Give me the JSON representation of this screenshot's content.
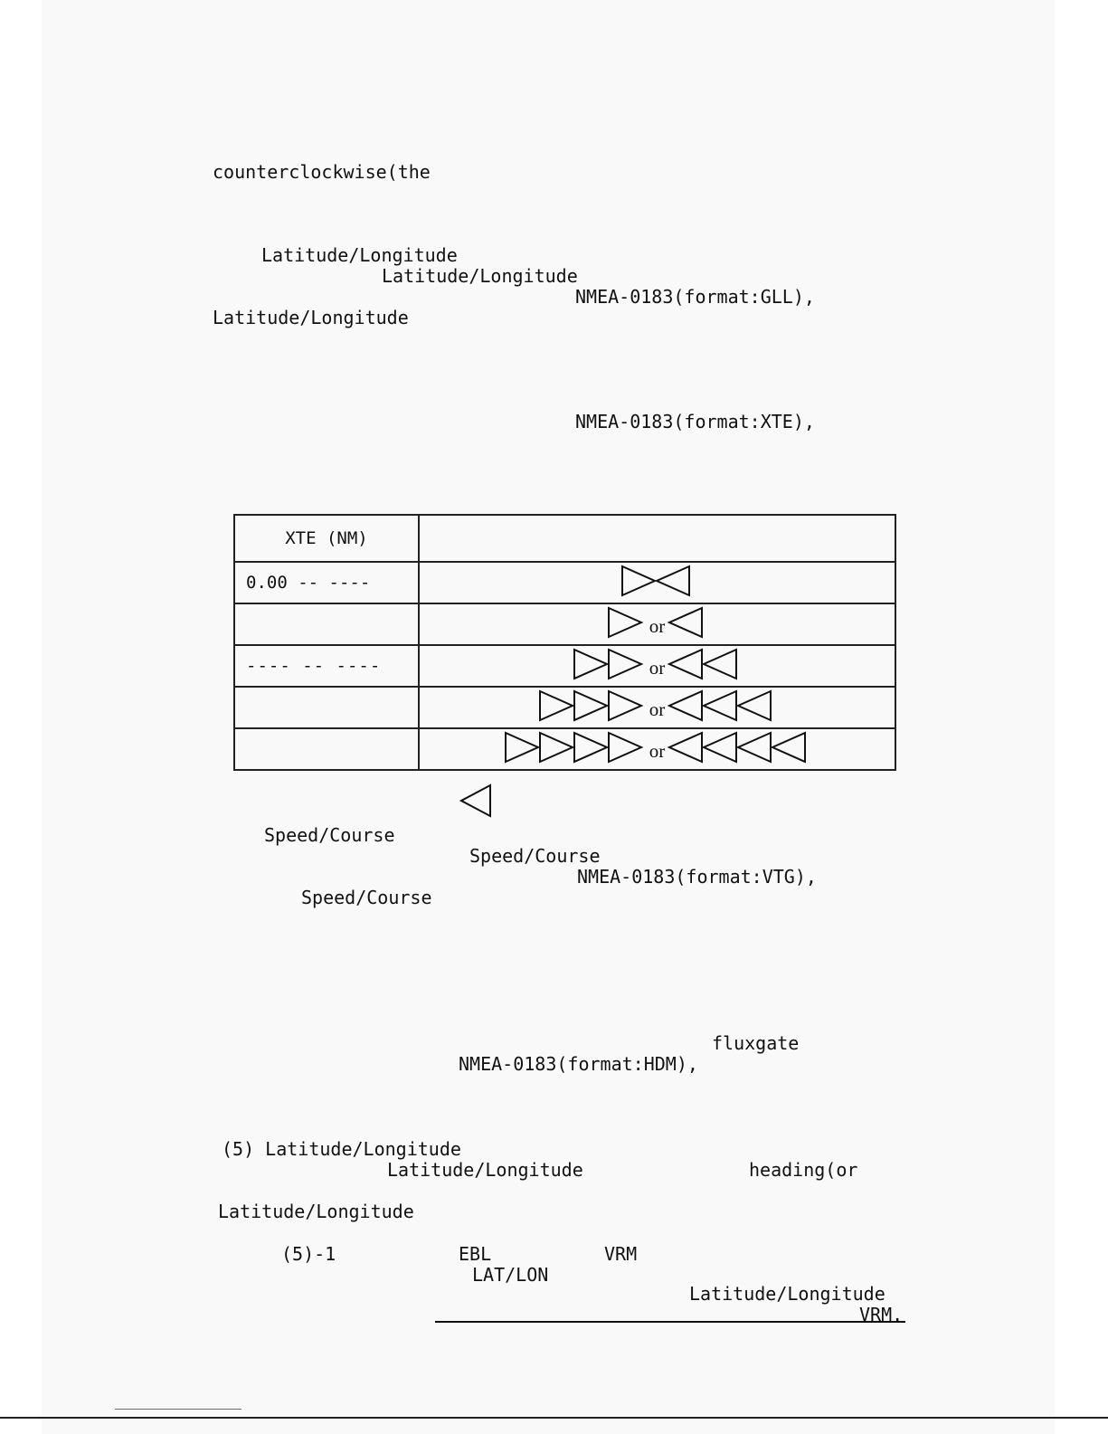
{
  "lines": {
    "l1": "counterclockwise(the",
    "l2": "Latitude/Longitude",
    "l3": "Latitude/Longitude",
    "l4": "NMEA-0183(format:GLL),",
    "l5": "Latitude/Longitude",
    "l6": "NMEA-0183(format:XTE),",
    "l7": "Speed/Course",
    "l8": "Speed/Course",
    "l9": "NMEA-0183(format:VTG),",
    "l10": "Speed/Course",
    "l11": "fluxgate",
    "l12": "NMEA-0183(format:HDM),",
    "l13": "(5) Latitude/Longitude",
    "l14": "Latitude/Longitude",
    "l15": "heading(or",
    "l16": "Latitude/Longitude",
    "l17": "(5)-1",
    "l18": "EBL",
    "l19": "VRM",
    "l20": "LAT/LON",
    "l21": "Latitude/Longitude",
    "l22": "VRM."
  },
  "table": {
    "header_col1": "XTE  (NM)",
    "header_col2": "",
    "or_label": "or",
    "rows": [
      {
        "col1": "0.00 -- ----",
        "right_count": 1,
        "left_count": 1,
        "mode": "pair"
      },
      {
        "col1": "",
        "right_count": 1,
        "left_count": 1,
        "mode": "or"
      },
      {
        "col1": "---- -- ----",
        "right_count": 2,
        "left_count": 2,
        "mode": "or"
      },
      {
        "col1": "",
        "right_count": 3,
        "left_count": 3,
        "mode": "or"
      },
      {
        "col1": "",
        "right_count": 4,
        "left_count": 4,
        "mode": "or"
      }
    ]
  },
  "standalone_icon": "left-triangle-icon"
}
